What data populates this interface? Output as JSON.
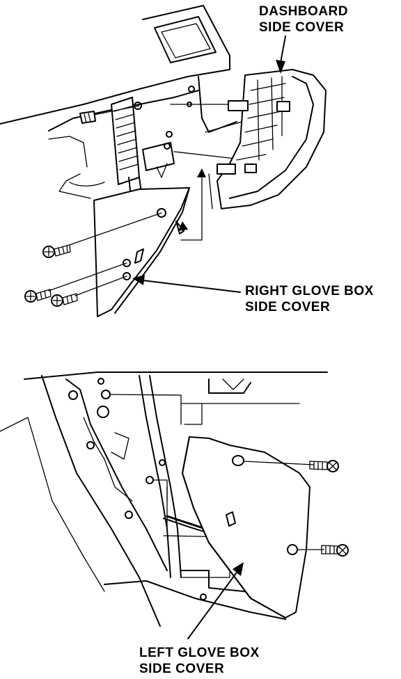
{
  "labels": {
    "dashboard_side_cover_line1": "DASHBOARD",
    "dashboard_side_cover_line2": "SIDE COVER",
    "right_glove_box_line1": "RIGHT GLOVE BOX",
    "right_glove_box_line2": "SIDE COVER",
    "left_glove_box_line1": "LEFT GLOVE BOX",
    "left_glove_box_line2": "SIDE COVER"
  },
  "colors": {
    "ink": "#000000",
    "paper": "#ffffff"
  },
  "icons": {
    "screw": "screw-icon",
    "arrow": "arrow-icon"
  }
}
